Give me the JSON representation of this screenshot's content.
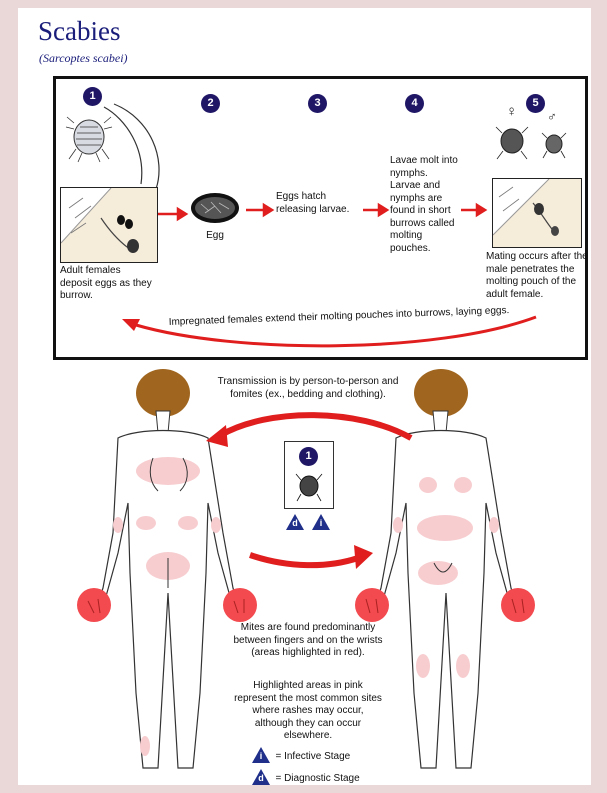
{
  "title": "Scabies",
  "subtitle": "(Sarcoptes scabei)",
  "lifecycle": {
    "steps": [
      {
        "num": "1",
        "caption": "Adult females deposit eggs as they burrow."
      },
      {
        "num": "2",
        "caption": "Egg"
      },
      {
        "num": "3",
        "caption": "Eggs hatch releasing larvae."
      },
      {
        "num": "4",
        "caption": "Lavae molt into nymphs. Larvae and nymphs are found in short burrows called molting pouches."
      },
      {
        "num": "5",
        "caption": "Mating occurs after the male penetrates the molting pouch of the adult female."
      }
    ],
    "female_symbol": "♀",
    "male_symbol": "♂",
    "return_arrow_text": "Impregnated females extend their molting pouches into burrows, laying eggs."
  },
  "transmission": {
    "caption": "Transmission is by person-to-person and fomites (ex., bedding and clothing).",
    "stage_num": "1",
    "badge_d": "d",
    "badge_i": "i"
  },
  "notes": {
    "mites": "Mites are found predominantly between fingers and on the wrists (areas highlighted in red).",
    "rash": "Highlighted areas in pink represent the most common sites where rashes may occur, although they can occur elsewhere."
  },
  "legend": {
    "infective_symbol": "i",
    "infective_label": "= Infective Stage",
    "diagnostic_symbol": "d",
    "diagnostic_label": "= Diagnostic Stage"
  },
  "colors": {
    "title": "#1a1d7a",
    "step_circle": "#1f1766",
    "arrow_red": "#e01e1e",
    "hair": "#a0661f",
    "rash_pink": "#f7cdd0",
    "hand_red": "#f24a4f"
  }
}
